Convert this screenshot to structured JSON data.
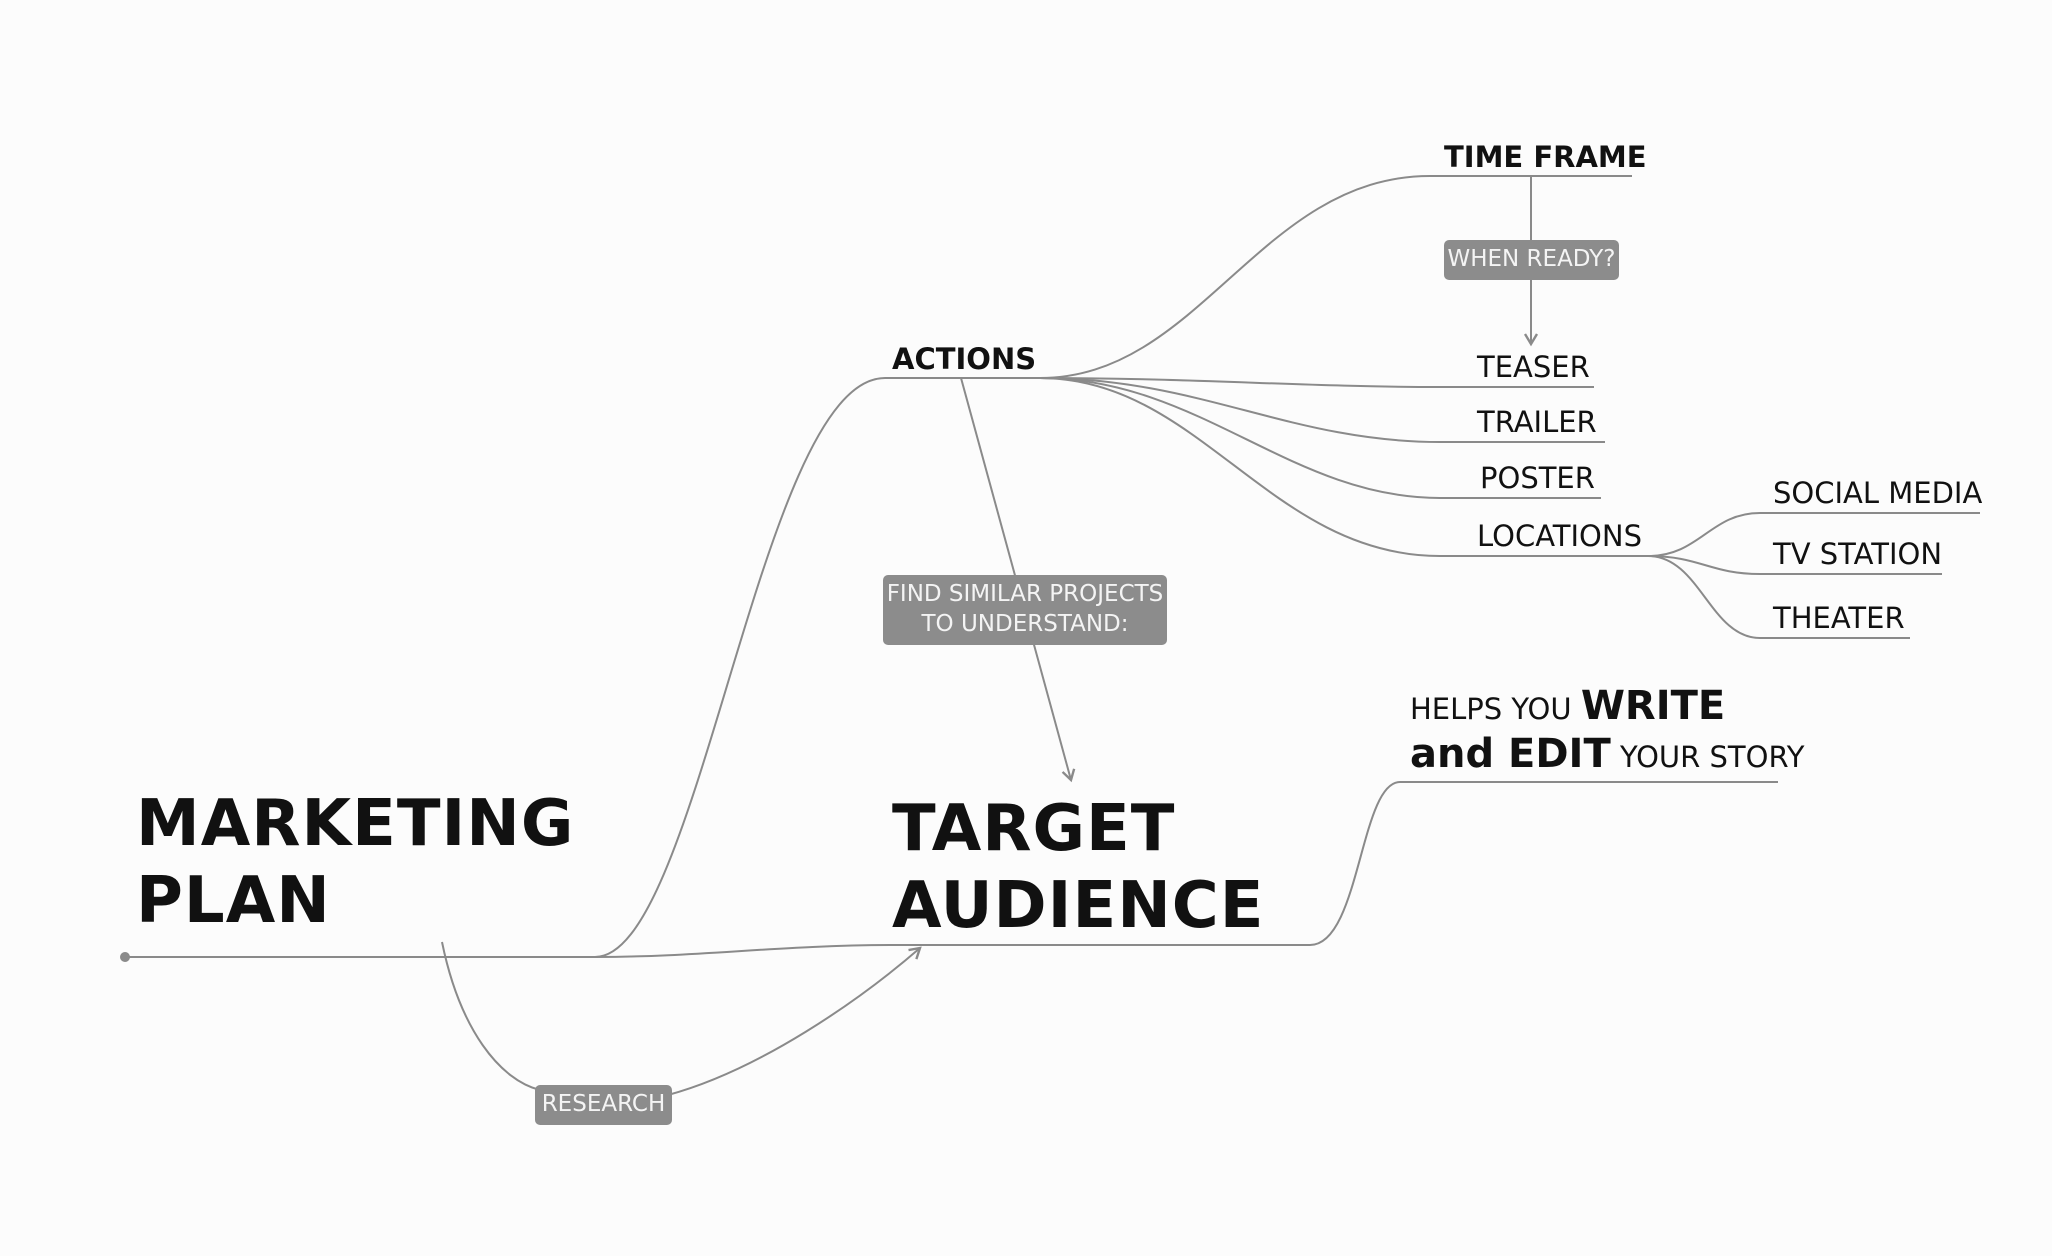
{
  "root": {
    "line1": "MARKETING",
    "line2": "PLAN"
  },
  "target": {
    "line1": "TARGET",
    "line2": "AUDIENCE"
  },
  "actions": "ACTIONS",
  "time_frame": "TIME FRAME",
  "when_ready_tag": "WHEN READY?",
  "leaves": {
    "teaser": "TEASER",
    "trailer": "TRAILER",
    "poster": "POSTER",
    "locations": "LOCATIONS",
    "social_media": "SOCIAL MEDIA",
    "tv_station": "TV STATION",
    "theater": "THEATER"
  },
  "find_similar_tag": {
    "line1": "FIND SIMILAR PROJECTS",
    "line2": "TO UNDERSTAND:"
  },
  "research_tag": "RESEARCH",
  "helps_note": {
    "part1": "HELPS YOU ",
    "part2": "WRITE",
    "part3": "and EDIT",
    "part4": " YOUR STORY"
  },
  "colors": {
    "line": "#8a8a8a",
    "tag_bg": "#8c8c8c",
    "tag_text": "#f4f4f4",
    "text": "#111111"
  }
}
